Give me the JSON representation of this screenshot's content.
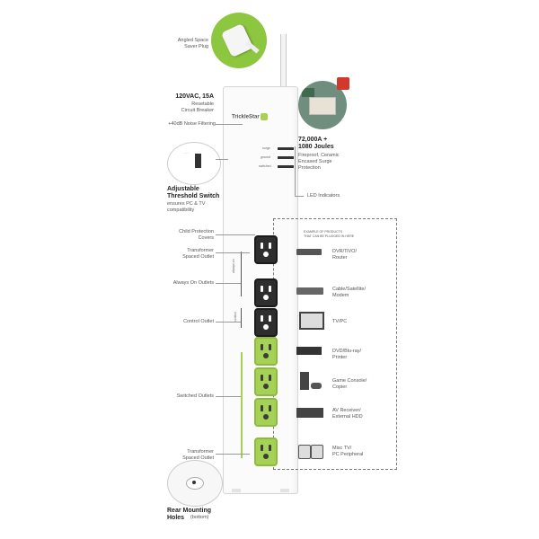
{
  "colors": {
    "accent_green": "#a6d157",
    "dark": "#2e2e2e",
    "line": "#999999"
  },
  "labels": {
    "plug": "Angled Space\nSaver Plug",
    "voltage_title": "120VAC, 15A",
    "voltage_sub": "Resetable\nCircuit  Breaker",
    "noise": "+40dB Noise Filtering",
    "switch_title": "Adjustable\nThreshold Switch",
    "switch_sub": "ensures PC & TV\ncompatibility",
    "joules_title": "72,000A +\n1080 Joules",
    "joules_sub": "Fireproof, Ceramic\nEncased Surge\nProtection",
    "led": "LED Indicators",
    "child": "Child Protection\nCovers",
    "transformer1": "Transformer\nSpaced Outlet",
    "always_on": "Always On Outlets",
    "control": "Control Outlet",
    "switched": "Switched Outlets",
    "transformer2": "Transformer\nSpaced Outlet",
    "rear_title": "Rear Mounting\nHoles",
    "rear_sub": "(bottom)",
    "example_box": "EXAMPLE OF PRODUCTS\nTHAT CAN BE PLUGGED IN HERE"
  },
  "strip_text": {
    "brand": "TrickleStar",
    "surge": "surge",
    "ground": "ground",
    "switched": "switched",
    "always_on_vert": "always on",
    "control_vert": "control"
  },
  "devices": [
    {
      "name": "DVR/TiVO/\nRouter",
      "icon": "router-icon"
    },
    {
      "name": "Cable/Satellite/\nModem",
      "icon": "modem-icon"
    },
    {
      "name": "TV/PC",
      "icon": "tv-icon"
    },
    {
      "name": "DVD/Blu-ray/\nPrinter",
      "icon": "dvd-icon"
    },
    {
      "name": "Game Console/\nCopier",
      "icon": "game-console-icon"
    },
    {
      "name": "AV Receiver/\nExternal HDD",
      "icon": "av-receiver-icon"
    },
    {
      "name": "Misc TV/\nPC Peripheral",
      "icon": "speakers-icon"
    }
  ]
}
